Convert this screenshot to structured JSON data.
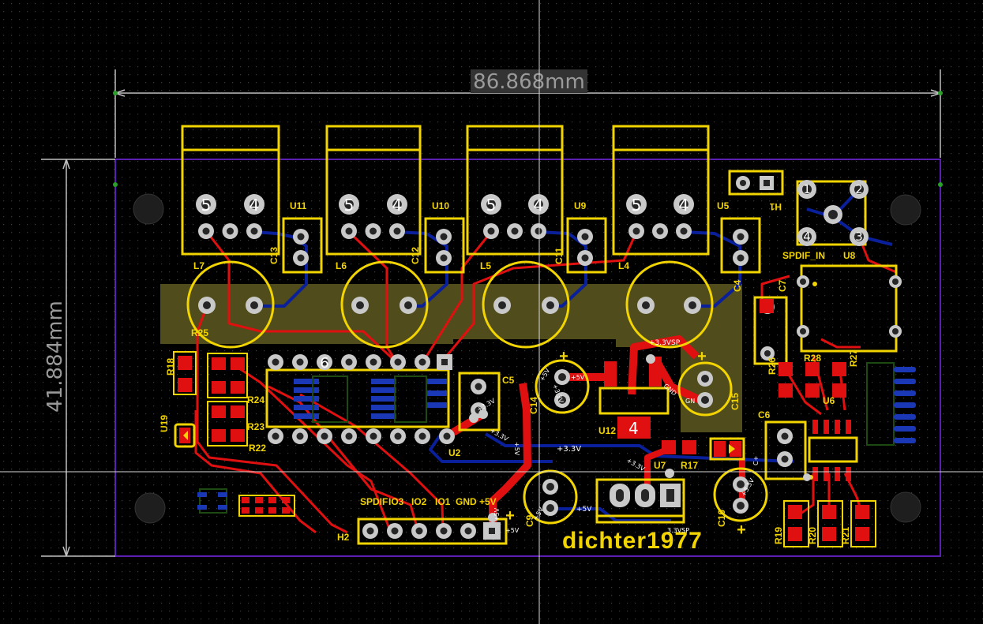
{
  "dimensions": {
    "width": "86.868mm",
    "height": "41.884mm"
  },
  "colors": {
    "background": "#000000",
    "grid": "#3a3a3a",
    "outline": "#5a1fb0",
    "copper_top": "#e01010",
    "copper_bottom": "#0a1f9a",
    "silkscreen": "#f2d400",
    "pad": "#c9c9c9",
    "drill": "#262626",
    "pour": "#54501c",
    "dimension": "#c0c0c0",
    "crosshair": "#d0d0d0"
  },
  "silkscreen_labels": {
    "L7": "L7",
    "L6": "L6",
    "L5": "L5",
    "L4": "L4",
    "U11": "U11",
    "U10": "U10",
    "U9": "U9",
    "U5": "U5",
    "C13": "C13",
    "C12": "C12",
    "C11": "C11",
    "C4": "C4",
    "R25": "R25",
    "R18": "R18",
    "R24": "R24",
    "R23": "R23",
    "R22": "R22",
    "U19": "U19",
    "U2": "U2",
    "C5": "C5",
    "C14": "C14",
    "U12": "U12",
    "C15": "C15",
    "C7": "C7",
    "R26": "R26",
    "R28": "R28",
    "R27": "R27",
    "U6": "U6",
    "C6": "C6",
    "R17": "R17",
    "U7": "U7",
    "C9": "C9",
    "C10": "C10",
    "R19": "R19",
    "R20": "R20",
    "R21": "R21",
    "H2": "H2",
    "H1": "H1",
    "U8": "U8",
    "SPDIF_IN": "SPDIF_IN",
    "header_pins": [
      "SPDIF",
      "IO3",
      "IO2",
      "IO1",
      "GND",
      "+5V"
    ],
    "author": "dichter1977"
  },
  "pad_numbers": {
    "five": "5",
    "four": "4",
    "one": "1",
    "two": "2",
    "three": "3",
    "six": "6"
  },
  "net_labels": {
    "v33": "+3.3V",
    "v5": "+5V",
    "gnd": "GND",
    "gn": "GN",
    "v33sp": "+3.3VSP",
    "v3sp": "3.3VSP",
    "c_plus": "C+"
  },
  "markers": {
    "u12_badge": "4",
    "plus": "+"
  }
}
